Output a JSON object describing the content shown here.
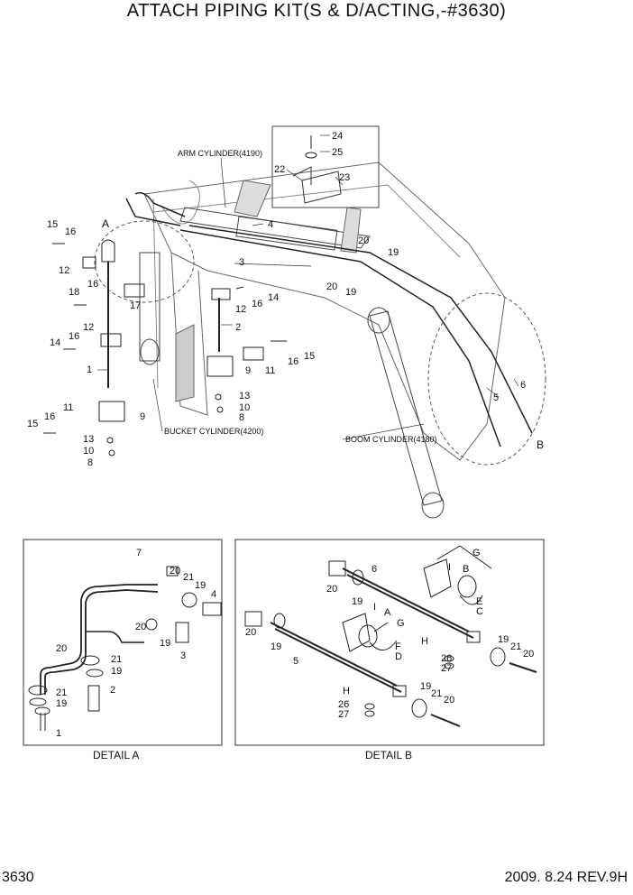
{
  "title": "ATTACH PIPING KIT(S & D/ACTING,-#3630)",
  "page_number": "3630",
  "revision": "2009. 8.24  REV.9H",
  "callouts": {
    "arm_cylinder": "ARM CYLINDER(4190)",
    "bucket_cylinder": "BUCKET CYLINDER(4200)",
    "boom_cylinder": "BOOM CYLINDER(4180)",
    "detail_a": "DETAIL A",
    "detail_b": "DETAIL B",
    "letter_a": "A",
    "letter_b": "B"
  },
  "main_part_labels": [
    "24",
    "25",
    "22",
    "23",
    "4",
    "20",
    "19",
    "3",
    "20",
    "19",
    "15",
    "16",
    "12",
    "18",
    "16",
    "17",
    "12",
    "14",
    "16",
    "1",
    "14",
    "16",
    "12",
    "2",
    "16",
    "15",
    "11",
    "9",
    "13",
    "10",
    "8",
    "11",
    "16",
    "15",
    "9",
    "13",
    "10",
    "8",
    "5",
    "6"
  ],
  "detail_a_labels": [
    "7",
    "20",
    "21",
    "19",
    "4",
    "20",
    "19",
    "3",
    "20",
    "21",
    "19",
    "2",
    "21",
    "19",
    "1"
  ],
  "detail_b_labels": [
    "G",
    "I",
    "B",
    "20",
    "6",
    "E",
    "C",
    "19",
    "20",
    "19",
    "I",
    "A",
    "G",
    "5",
    "F",
    "D",
    "H",
    "26",
    "27",
    "19",
    "21",
    "20",
    "H",
    "19",
    "21",
    "20",
    "26",
    "27"
  ]
}
